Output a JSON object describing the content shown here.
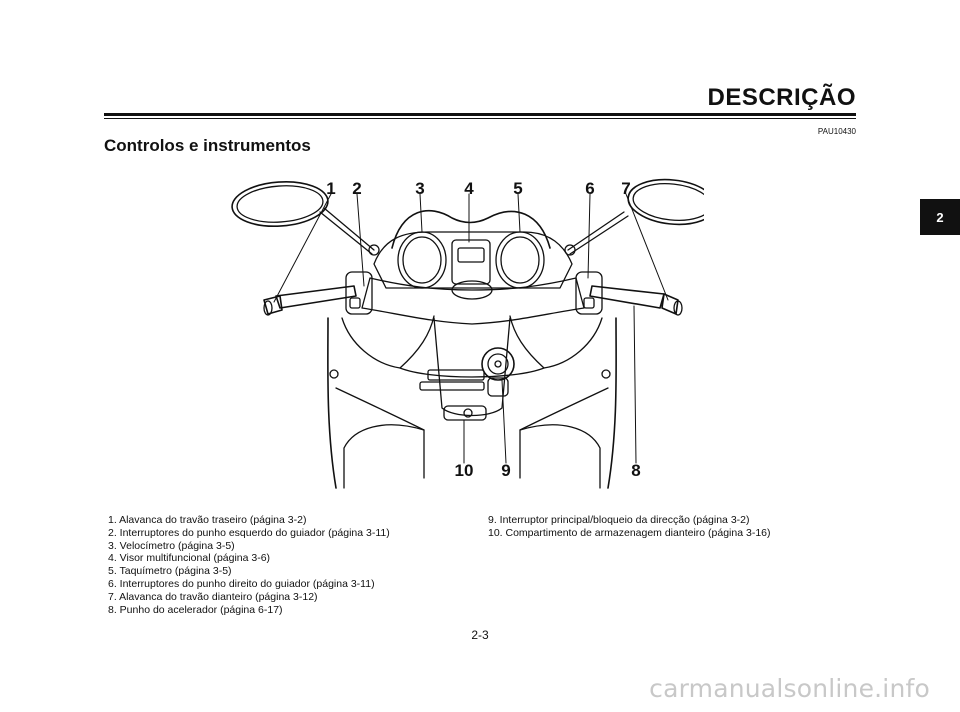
{
  "header": {
    "title": "DESCRIÇÃO"
  },
  "code": "PAU10430",
  "section_title": "Controlos e instrumentos",
  "chapter_tab": "2",
  "figure": {
    "labels": [
      "1",
      "2",
      "3",
      "4",
      "5",
      "6",
      "7",
      "10",
      "9",
      "8"
    ]
  },
  "captions": {
    "left": [
      "1. Alavanca do travão traseiro (página 3-2)",
      "2. Interruptores do punho esquerdo do guiador (página 3-11)",
      "3. Velocímetro (página 3-5)",
      "4. Visor multifuncional (página 3-6)",
      "5. Taquímetro (página 3-5)",
      "6. Interruptores do punho direito do guiador (página 3-11)",
      "7. Alavanca do travão dianteiro (página 3-12)",
      "8. Punho do acelerador (página 6-17)"
    ],
    "right": [
      "9. Interruptor principal/bloqueio da direcção (página 3-2)",
      "10. Compartimento de armazenagem dianteiro (página 3-16)"
    ]
  },
  "page_number": "2-3",
  "watermark": "carmanualsonline.info"
}
